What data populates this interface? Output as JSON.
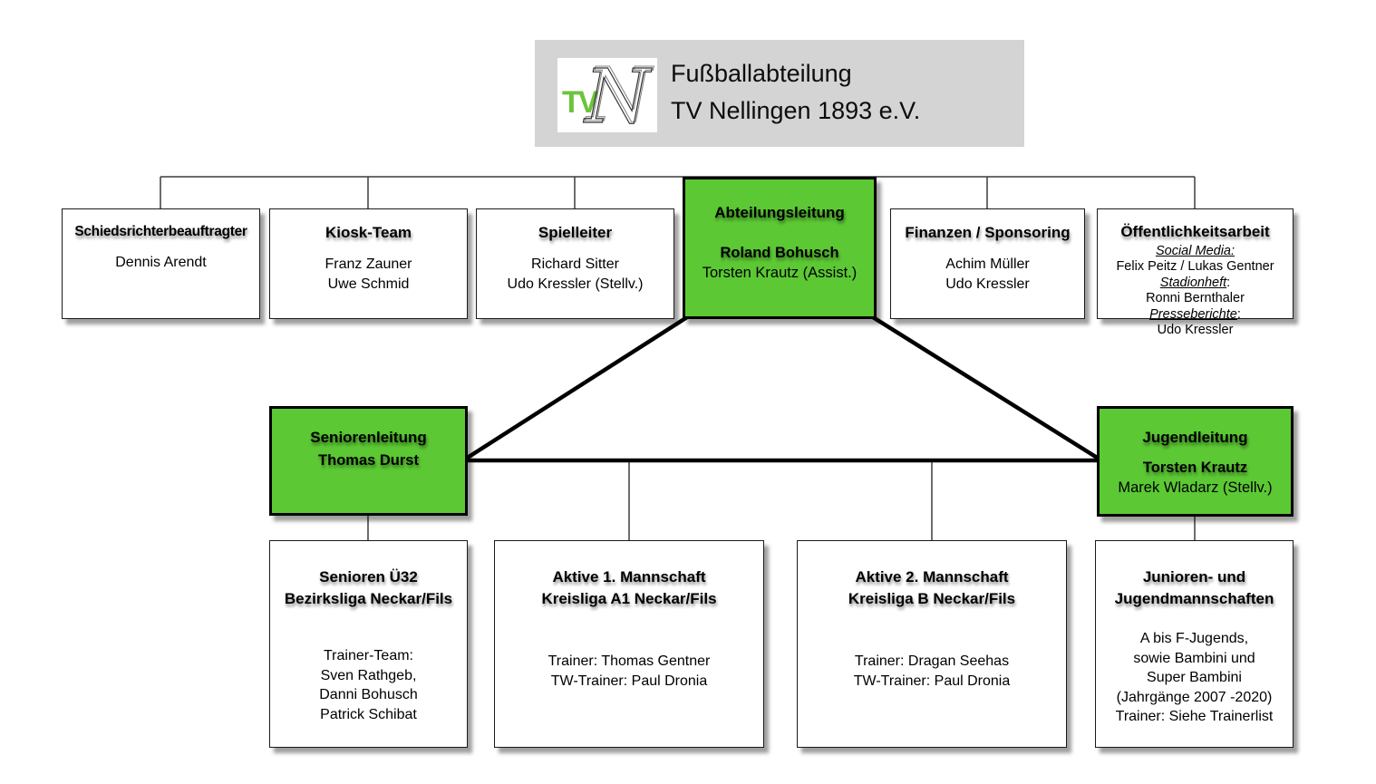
{
  "header": {
    "title_line1": "Fußballabteilung",
    "title_line2": "TV Nellingen 1893 e.V.",
    "logo": {
      "tv": "TV",
      "n": "N"
    }
  },
  "colors": {
    "box_green": "#5cc834",
    "banner_gray": "#d4d4d4",
    "connector_black": "#000000"
  },
  "boxes": {
    "schiedsrichter": {
      "title": "Schiedsrichterbeauftragter",
      "lines": [
        "Dennis Arendt"
      ]
    },
    "kiosk": {
      "title": "Kiosk-Team",
      "lines": [
        "Franz Zauner",
        "Uwe Schmid"
      ]
    },
    "spielleiter": {
      "title": "Spielleiter",
      "lines": [
        "Richard Sitter",
        "Udo Kressler (Stellv.)"
      ]
    },
    "abteilungsleitung": {
      "title": "Abteilungsleitung",
      "lead": "Roland Bohusch",
      "line2": "Torsten Krautz (Assist.)"
    },
    "finanzen": {
      "title": "Finanzen / Sponsoring",
      "lines": [
        "Achim Müller",
        "Udo Kressler"
      ]
    },
    "oeffentlichkeit": {
      "title": "Öffentlichkeitsarbeit",
      "lines": [
        {
          "em": "Social Media:",
          "rest": ""
        },
        {
          "em": "",
          "rest": "Felix Peitz / Lukas Gentner"
        },
        {
          "em": "Stadionheft",
          "rest": ":"
        },
        {
          "em": "",
          "rest": "Ronni Bernthaler"
        },
        {
          "em": "Presseberichte",
          "rest": ":"
        },
        {
          "em": "",
          "rest": "Udo Kressler"
        }
      ]
    },
    "seniorenleitung": {
      "title": "Seniorenleitung",
      "lead": "Thomas Durst"
    },
    "jugendleitung": {
      "title": "Jugendleitung",
      "lead": "Torsten Krautz",
      "line2": "Marek Wladarz (Stellv.)"
    },
    "senioren_u32": {
      "title_line1": "Senioren Ü32",
      "title_line2": "Bezirksliga Neckar/Fils",
      "lines": [
        "Trainer-Team:",
        "Sven Rathgeb,",
        "Danni Bohusch",
        "Patrick Schibat"
      ]
    },
    "aktive1": {
      "title_line1": "Aktive 1. Mannschaft",
      "title_line2": "Kreisliga A1 Neckar/Fils",
      "lines": [
        "Trainer: Thomas Gentner",
        "TW-Trainer: Paul Dronia"
      ]
    },
    "aktive2": {
      "title_line1": "Aktive 2. Mannschaft",
      "title_line2": "Kreisliga B Neckar/Fils",
      "lines": [
        "Trainer: Dragan Seehas",
        "TW-Trainer: Paul Dronia"
      ]
    },
    "junioren": {
      "title_line1": "Junioren- und",
      "title_line2": "Jugendmannschaften",
      "lines": [
        "A bis F-Jugends,",
        "sowie Bambini und",
        "Super Bambini",
        "(Jahrgänge 2007 -2020)",
        "Trainer: Siehe Trainerlist"
      ]
    }
  }
}
